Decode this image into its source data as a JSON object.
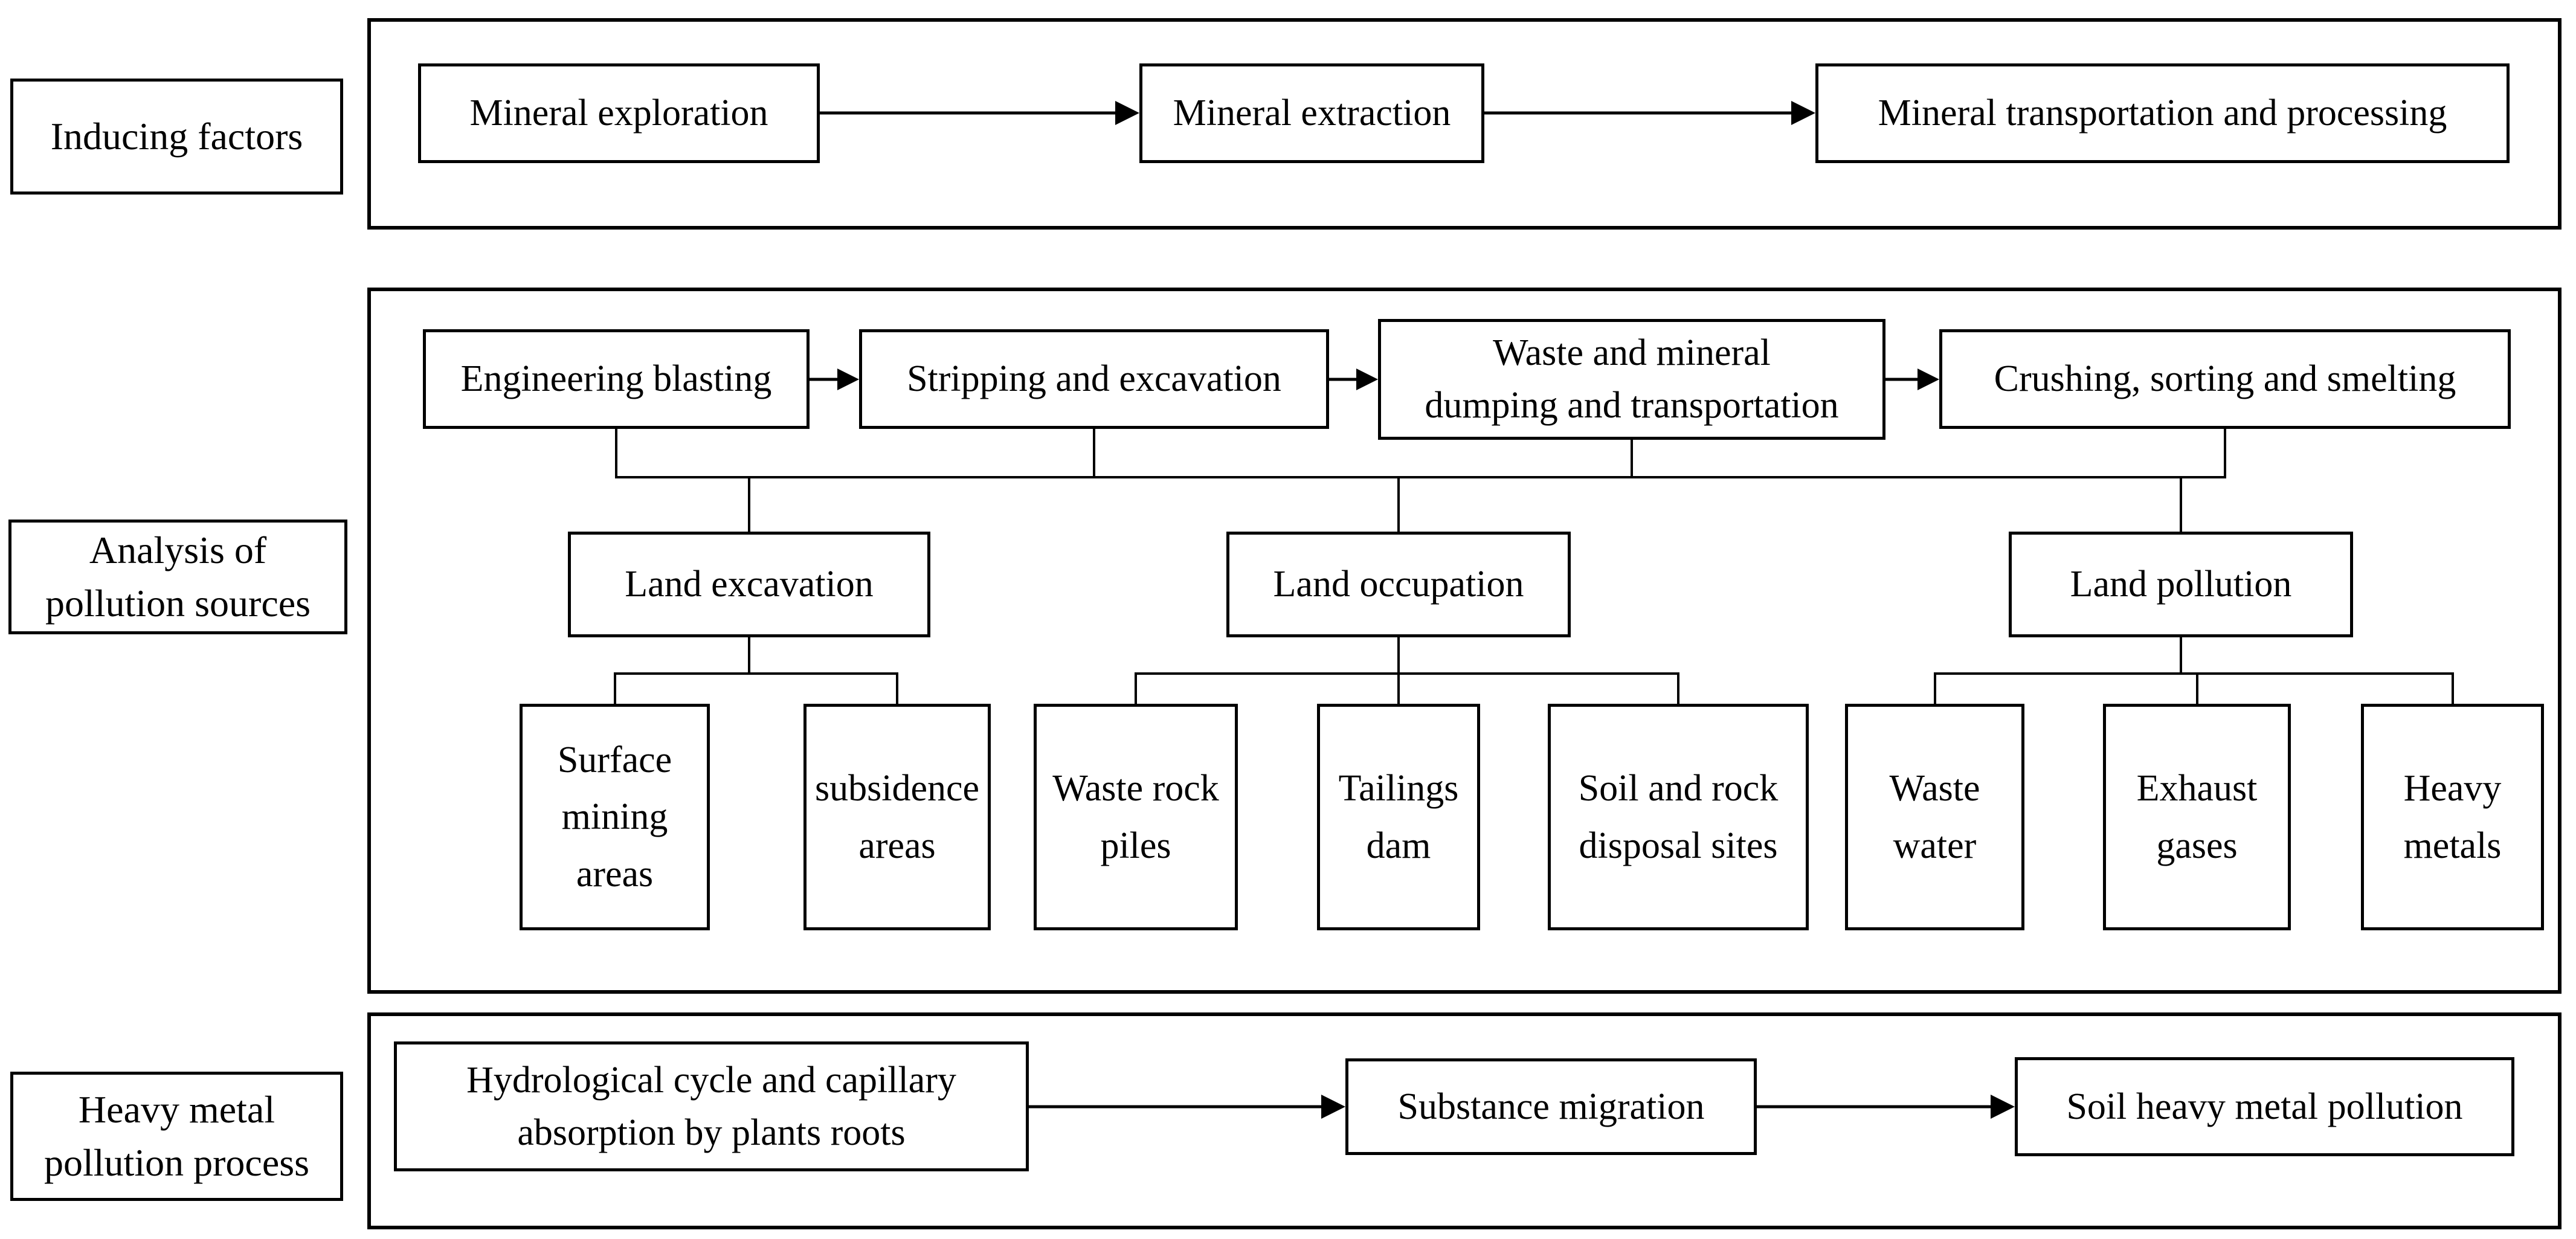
{
  "sections": [
    {
      "label": "Inducing factors",
      "flow": [
        "Mineral exploration",
        "Mineral extraction",
        "Mineral transportation and processing"
      ]
    },
    {
      "label": "Analysis of\npollution sources",
      "flow": [
        "Engineering blasting",
        "Stripping and excavation",
        "Waste and mineral\ndumping and transportation",
        "Crushing, sorting and smelting"
      ],
      "categories": [
        "Land excavation",
        "Land occupation",
        "Land pollution"
      ],
      "sources": [
        "Surface\nmining\nareas",
        "subsidence\nareas",
        "Waste rock\npiles",
        "Tailings\ndam",
        "Soil and rock\ndisposal sites",
        "Waste\nwater",
        "Exhaust\ngases",
        "Heavy\nmetals"
      ]
    },
    {
      "label": "Heavy metal\npollution process",
      "flow": [
        "Hydrological cycle and capillary\nabsorption by plants roots",
        "Substance migration",
        "Soil heavy metal pollution"
      ]
    }
  ],
  "colors": {
    "line": "#000000",
    "background": "#ffffff"
  }
}
